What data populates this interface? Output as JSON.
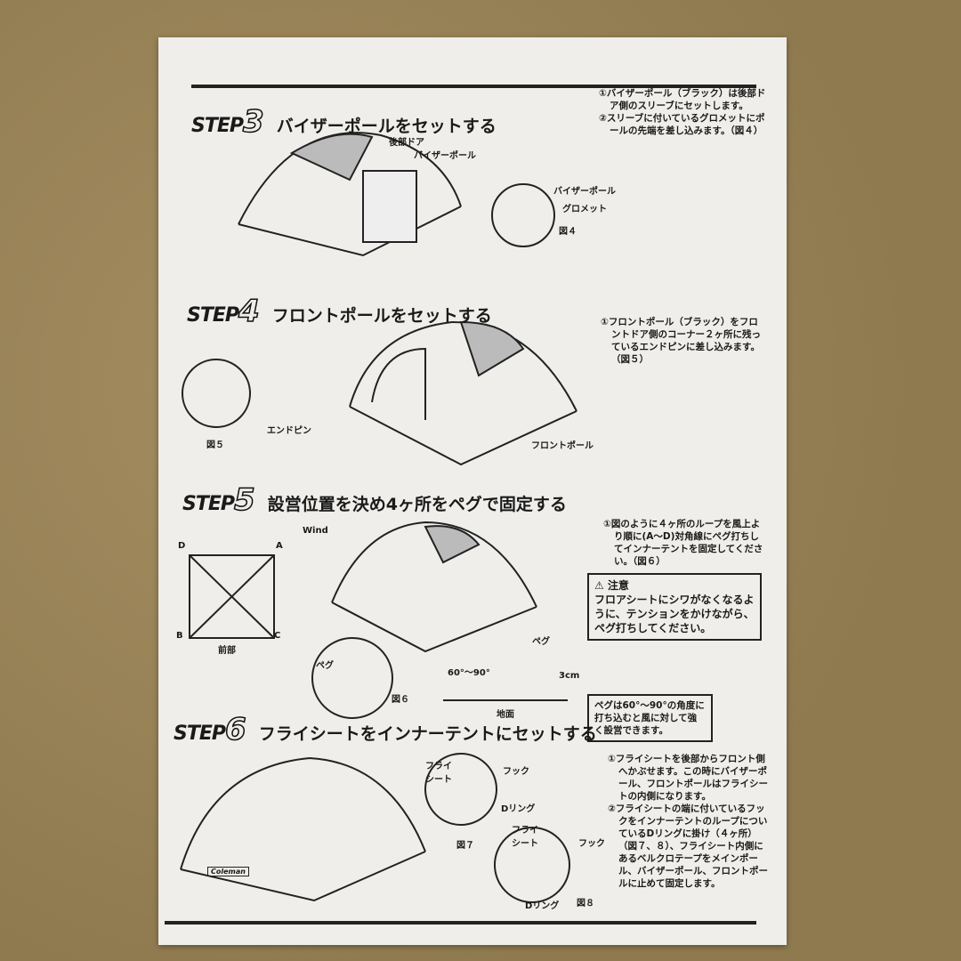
{
  "steps": [
    {
      "word": "STEP",
      "num": "3",
      "title": "バイザーポールをセットする",
      "text": [
        "①バイザーポール（ブラック）は後部ドア側のスリーブにセットします。",
        "②スリーブに付いているグロメットにポールの先端を差し込みます。（図４）"
      ],
      "labels": {
        "rear_door": "後部ドア",
        "visor_pole": "バイザーポール",
        "visor_pole2": "バイザーポール",
        "grommet": "グロメット",
        "fig": "図４"
      }
    },
    {
      "word": "STEP",
      "num": "4",
      "title": "フロントポールをセットする",
      "text": [
        "①フロントポール（ブラック）をフロントドア側のコーナー２ヶ所に残っているエンドピンに差し込みます。（図５）"
      ],
      "labels": {
        "end_pin": "エンドピン",
        "fig": "図５",
        "front_pole": "フロントポール"
      }
    },
    {
      "word": "STEP",
      "num": "5",
      "title": "設営位置を決め4ヶ所をペグで固定する",
      "text": [
        "①図のように４ヶ所のループを風上より順に(A～D)対角線にペグ打ちしてインナーテントを固定してください。（図６）"
      ],
      "caution": {
        "title": "⚠ 注意",
        "body": "フロアシートにシワがなくなるように、テンションをかけながら、ペグ打ちしてください。"
      },
      "note": "ペグは60°～90°の角度に打ち込むと風に対して強く設営できます。",
      "labels": {
        "wind": "Wind",
        "a": "A",
        "b": "B",
        "c": "C",
        "d": "D",
        "front": "前部",
        "peg": "ペグ",
        "peg2": "ペグ",
        "fig": "図６",
        "angle": "60°～90°",
        "depth": "3cm",
        "ground": "地面"
      }
    },
    {
      "word": "STEP",
      "num": "6",
      "title": "フライシートをインナーテントにセットする",
      "text": [
        "①フライシートを後部からフロント側へかぶせます。この時にバイザーポール、フロントポールはフライシートの内側になります。",
        "②フライシートの端に付いているフックをインナーテントのループについているDリングに掛け（４ヶ所）（図７、８）、フライシート内側にあるベルクロテープをメインポール、バイザーポール、フロントポールに止めて固定します。"
      ],
      "labels": {
        "fly": "フライ\nシート",
        "hook": "フック",
        "dring": "Dリング",
        "fig7": "図７",
        "fly2": "フライ\nシート",
        "hook2": "フック",
        "dring2": "Dリング",
        "fig8": "図８",
        "brand": "Coleman"
      }
    }
  ],
  "colors": {
    "paper": "#efeeea",
    "ink": "#1a1a1a",
    "background": "#9b8458"
  }
}
